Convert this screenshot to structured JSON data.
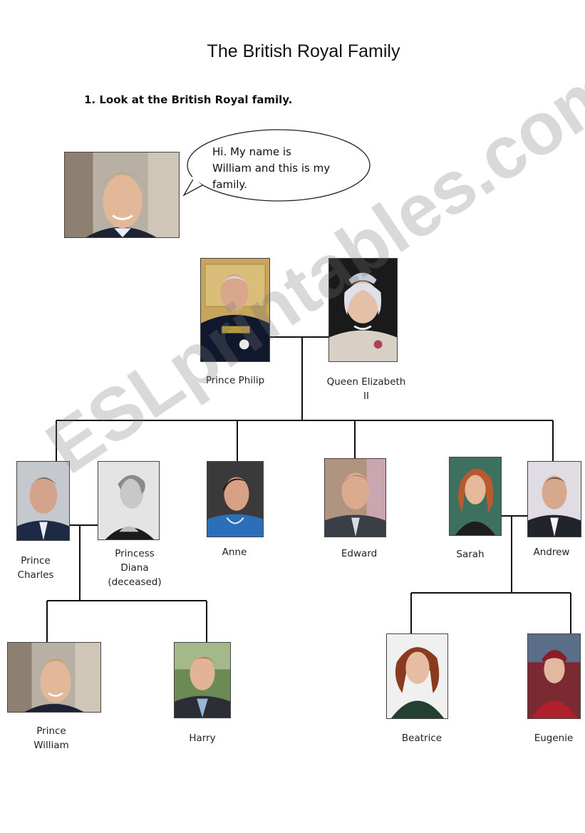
{
  "title": "The British Royal Family",
  "instruction": "1. Look at the British Royal family.",
  "speech_bubble": "Hi. My name is\nWilliam and this is my\nfamily.",
  "watermark": "ESLprintables.com",
  "people": {
    "philip": "Prince Philip",
    "elizabeth": "Queen Elizabeth\nII",
    "charles": "Prince\nCharles",
    "diana": "Princess\nDiana\n(deceased)",
    "anne": "Anne",
    "edward": "Edward",
    "sarah": "Sarah",
    "andrew": "Andrew",
    "william": "Prince\nWilliam",
    "harry": "Harry",
    "beatrice": "Beatrice",
    "eugenie": "Eugenie"
  }
}
